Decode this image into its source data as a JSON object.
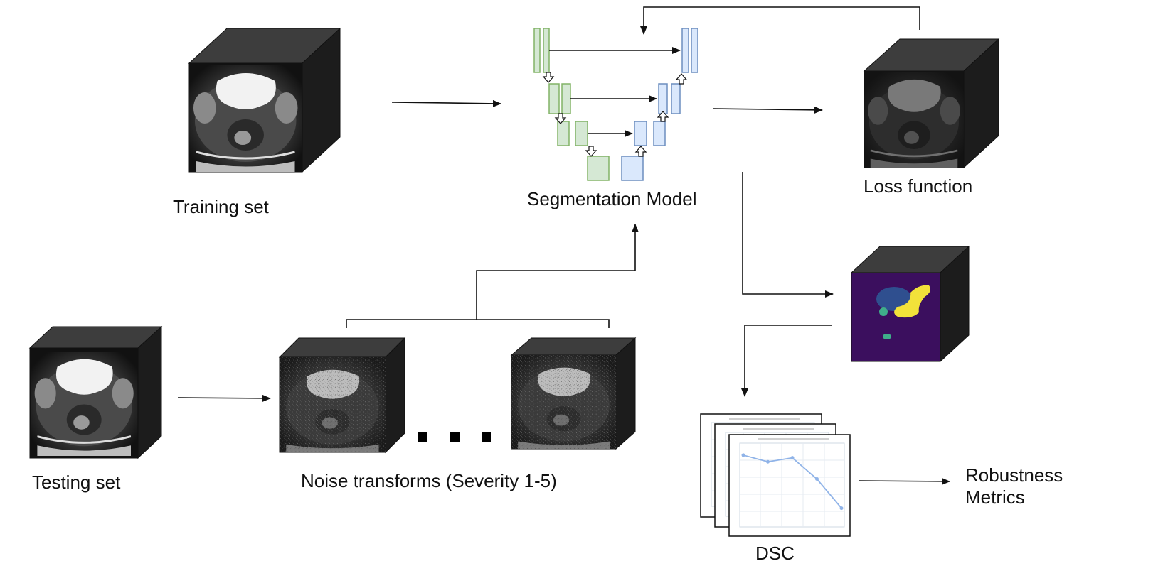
{
  "labels": {
    "training_set": "Training set",
    "testing_set": "Testing set",
    "segmentation_model": "Segmentation Model",
    "loss_function": "Loss function",
    "noise_transforms": "Noise transforms (Severity 1-5)",
    "dsc": "DSC",
    "robustness_metrics": "Robustness Metrics"
  },
  "colors": {
    "encoder_fill": "#d5e8d4",
    "encoder_stroke": "#82b366",
    "decoder_fill": "#dae8fc",
    "decoder_stroke": "#6c8ebf",
    "mask_background": "#3b0f5e",
    "mask_organ_1": "#2f4f8f",
    "mask_organ_2": "#f2e23a",
    "mask_organ_3": "#3fae8a",
    "line_plot": "#8fb3e8"
  },
  "dsc_plot_series": [
    0.92,
    0.87,
    0.9,
    0.74,
    0.52
  ]
}
